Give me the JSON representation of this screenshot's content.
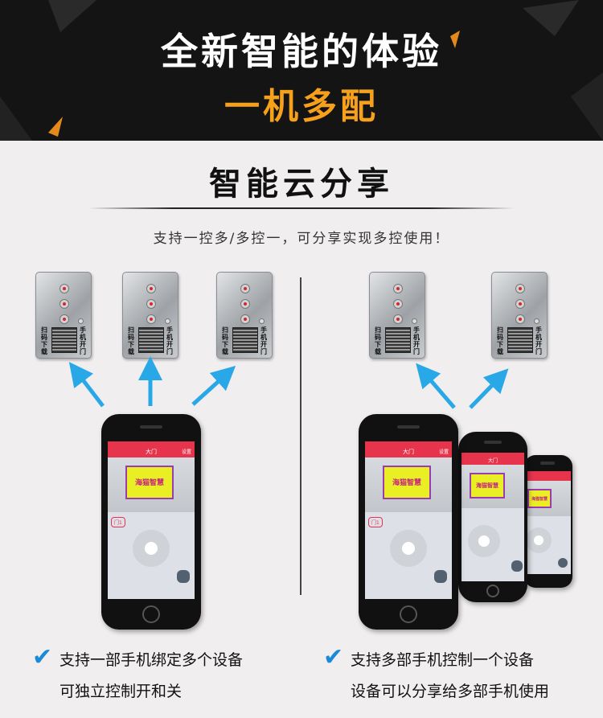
{
  "header": {
    "title": "全新智能的体验",
    "subtitle": "一机多配"
  },
  "section": {
    "title": "智能云分享",
    "description": "支持一控多/多控一，可分享实现多控使用！"
  },
  "panel": {
    "label_left": "扫码下载",
    "label_right": "手机开门"
  },
  "phone": {
    "screen_title": "大门",
    "screen_action": "设置",
    "sign_text": "海猫智慧",
    "door_label": "门1"
  },
  "left": {
    "line1": "支持一部手机绑定多个设备",
    "line2": "可独立控制开和关"
  },
  "right": {
    "line1": "支持多部手机控制一个设备",
    "line2": "设备可以分享给多部手机使用"
  },
  "colors": {
    "accent_orange": "#f7a01c",
    "app_red": "#e7344d",
    "arrow_blue": "#29a8e8",
    "check_blue": "#1a8ad8"
  }
}
